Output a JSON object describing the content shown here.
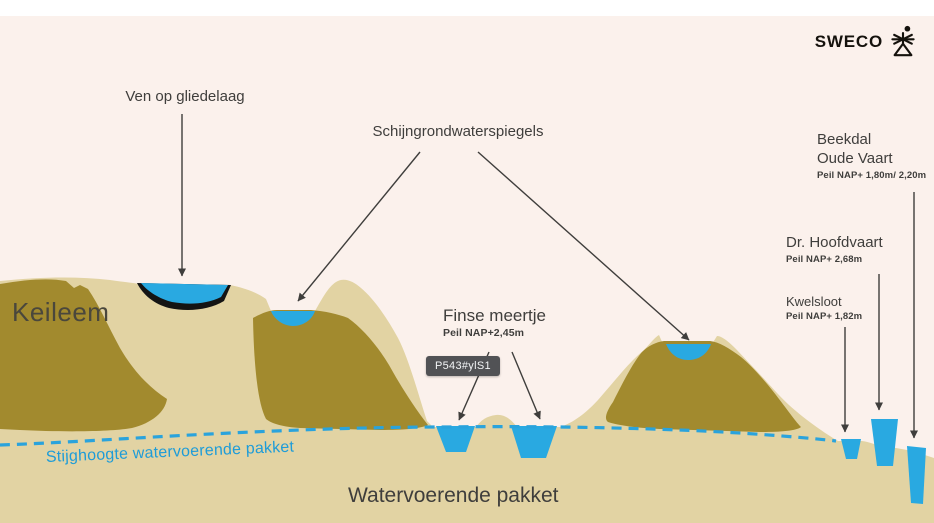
{
  "logo": {
    "wordmark": "SWECO"
  },
  "annotations": {
    "ven": {
      "label": "Ven op gliedelaag"
    },
    "schijngrondwater": {
      "label": "Schijngrondwaterspiegels"
    },
    "finse_meertje": {
      "label": "Finse meertje",
      "peil": "Peil NAP+2,45m"
    },
    "beekdal": {
      "label_line1": "Beekdal",
      "label_line2": "Oude Vaart",
      "peil": "Peil NAP+ 1,80m/ 2,20m"
    },
    "dr_hoofdvaart": {
      "label": "Dr. Hoofdvaart",
      "peil": "Peil NAP+ 2,68m"
    },
    "kwelsloot": {
      "label": "Kwelsloot",
      "peil": "Peil NAP+ 1,82m"
    },
    "keileem": {
      "label": "Keileem"
    },
    "stijghoogte": {
      "label": "Stijghoogte watervoerende pakket"
    },
    "watervoerende_pakket": {
      "label": "Watervoerende pakket"
    }
  },
  "tooltip": {
    "text": "P543#ylS1"
  },
  "colors": {
    "background": "#fbf1ec",
    "top_strip": "#ffffff",
    "sand": "#e2d3a3",
    "keileem": "#a28a2e",
    "water": "#29a9e1",
    "gliedelaag_black": "#141414",
    "stijghoogte_line": "#2aa3dc",
    "label_text": "#3f3e3c",
    "tooltip_background": "#515255"
  }
}
